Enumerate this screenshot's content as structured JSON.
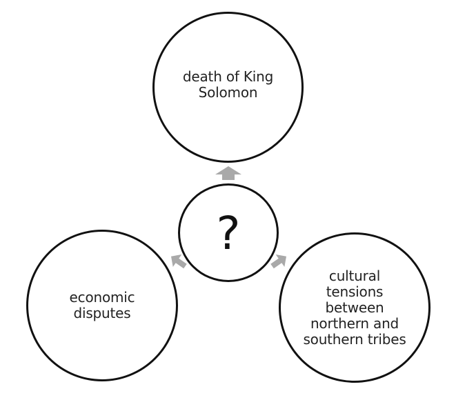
{
  "diagram": {
    "center": {
      "label": "?"
    },
    "nodes": {
      "top": {
        "label": "death of King\nSolomon"
      },
      "left": {
        "label": "economic\ndisputes"
      },
      "right": {
        "label": "cultural\ntensions\nbetween\nnorthern and\nsouthern tribes"
      }
    },
    "colors": {
      "outline": "#111111",
      "arrow": "#a9a9a9",
      "background": "#ffffff"
    }
  }
}
